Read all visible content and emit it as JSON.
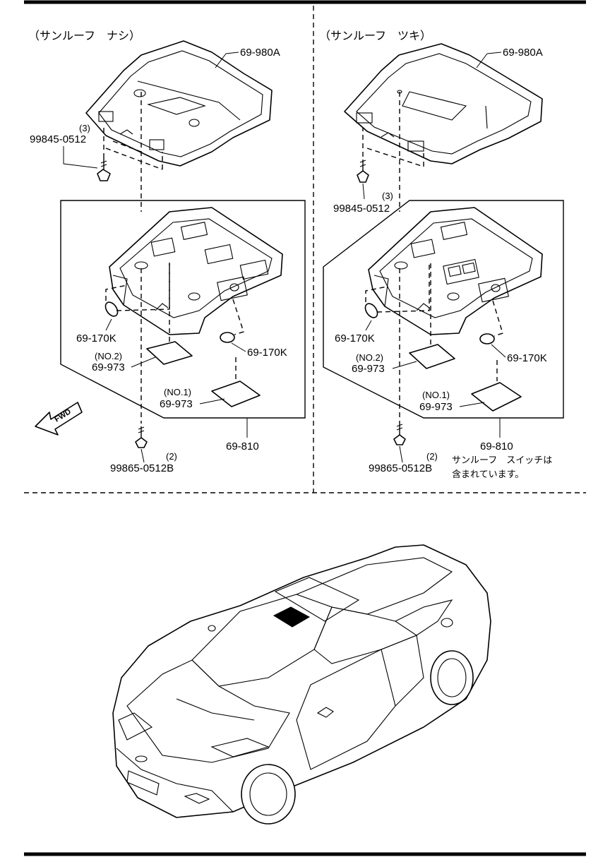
{
  "left_panel": {
    "header": "（サンルーフ　ナシ）",
    "parts": {
      "headliner_bracket": "69-980A",
      "screw_top": "99845-0512",
      "screw_top_qty": "(3)",
      "bulb_left": "69-170K",
      "bulb_right": "69-170K",
      "lens_no2_tag": "(NO.2)",
      "lens_no2": "69-973",
      "lens_no1_tag": "(NO.1)",
      "lens_no1": "69-973",
      "console_assy": "69-810",
      "screw_bottom_qty": "(2)",
      "screw_bottom": "99865-0512B"
    },
    "fwd_label": "FWD"
  },
  "right_panel": {
    "header": "（サンルーフ　ツキ）",
    "parts": {
      "headliner_bracket": "69-980A",
      "screw_top_qty": "(3)",
      "screw_top": "99845-0512",
      "bulb_left": "69-170K",
      "bulb_right": "69-170K",
      "lens_no2_tag": "(NO.2)",
      "lens_no2": "69-973",
      "lens_no1_tag": "(NO.1)",
      "lens_no1": "69-973",
      "console_assy": "69-810",
      "screw_bottom_qty": "(2)",
      "screw_bottom": "99865-0512B"
    },
    "note_line1": "サンルーフ　スイッチは",
    "note_line2": "含まれています。"
  }
}
